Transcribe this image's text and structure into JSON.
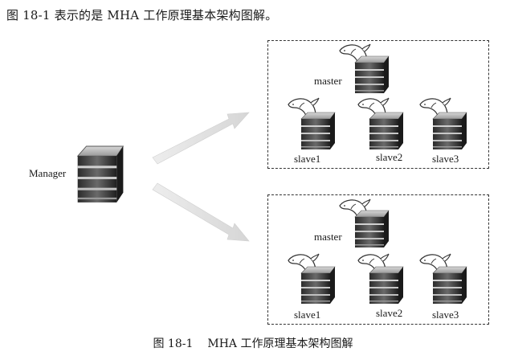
{
  "intro_text": "图 18-1 表示的是 MHA 工作原理基本架构图解。",
  "manager": {
    "label": "Manager"
  },
  "clusters": [
    {
      "master": "master",
      "slaves": [
        "slave1",
        "slave2",
        "slave3"
      ]
    },
    {
      "master": "master",
      "slaves": [
        "slave1",
        "slave2",
        "slave3"
      ]
    }
  ],
  "caption": {
    "number": "图 18-1",
    "title": "MHA 工作原理基本架构图解"
  },
  "icons": {
    "server": "server-stack-icon",
    "dolphin": "mysql-dolphin-icon",
    "arrow": "arrow-icon"
  }
}
